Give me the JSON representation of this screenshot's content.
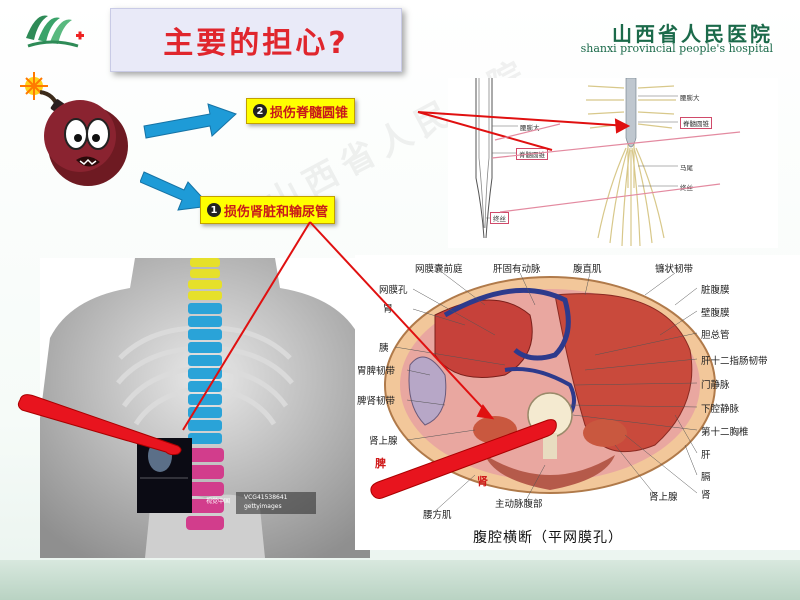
{
  "slide": {
    "title": "主要的担心?",
    "hospital_name_cn": "山西省人民医院",
    "hospital_name_en": "shanxi provincial people's hospital"
  },
  "concerns": [
    {
      "number": "2",
      "text": "损伤脊髓圆锥"
    },
    {
      "number": "1",
      "text": "损伤肾脏和输尿管"
    }
  ],
  "spinal_diagram": {
    "left_labels": [
      "腰膨大",
      "脊髓圆锥",
      "终丝"
    ],
    "right_labels": [
      "腰膨大",
      "脊髓圆锥",
      "马尾",
      "终丝"
    ]
  },
  "cross_section": {
    "caption": "腹腔横断（平网膜孔）",
    "top_labels": [
      "网膜囊前庭",
      "肝固有动脉",
      "腹直肌",
      "镰状韧带"
    ],
    "left_labels": [
      "网膜孔",
      "胃",
      "胰",
      "胃脾韧带",
      "脾肾韧带",
      "肾上腺"
    ],
    "right_labels": [
      "脏腹膜",
      "壁腹膜",
      "胆总管",
      "肝十二指肠韧带",
      "门静脉",
      "下腔静脉",
      "第十二胸椎",
      "肝",
      "膈",
      "肾",
      "肾上腺"
    ],
    "bottom_labels": [
      "腰方肌",
      "主动脉腹部"
    ],
    "red_labels": [
      "脾",
      "肾"
    ]
  },
  "body_image": {
    "stock_credit_1": "视觉中国",
    "stock_credit_2": "VCG41538641",
    "stock_credit_3": "gettyimages"
  },
  "colors": {
    "title_red": "#e0262d",
    "label_yellow": "#ffff00",
    "arrow_blue": "#1e9bd7",
    "pointer_red": "#e01010",
    "hospital_green": "#1b6a4a"
  },
  "icons": [
    "hospital-logo-icon",
    "bomb-icon"
  ]
}
